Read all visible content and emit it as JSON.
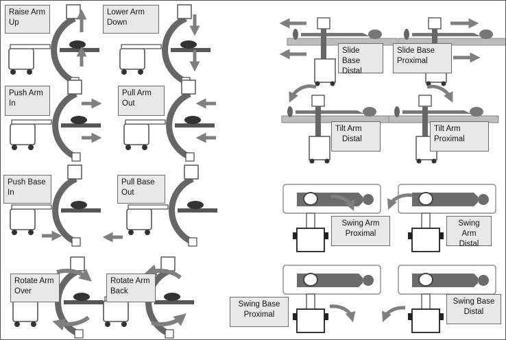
{
  "panels": [
    {
      "id": "raise-arm-up",
      "label": [
        "Raise Arm",
        "Up"
      ]
    },
    {
      "id": "lower-arm-down",
      "label": [
        "Lower Arm",
        "Down"
      ]
    },
    {
      "id": "push-arm-in",
      "label": [
        "Push Arm",
        "In"
      ]
    },
    {
      "id": "pull-arm-out",
      "label": [
        "Pull Arm",
        "Out"
      ]
    },
    {
      "id": "push-base-in",
      "label": [
        "Push Base",
        "In"
      ]
    },
    {
      "id": "pull-base-out",
      "label": [
        "Pull Base",
        "Out"
      ]
    },
    {
      "id": "rotate-arm-over",
      "label": [
        "Rotate Arm",
        "Over"
      ]
    },
    {
      "id": "rotate-arm-back",
      "label": [
        "Rotate Arm",
        "Back"
      ]
    },
    {
      "id": "slide-base-distal",
      "label": [
        "Slide Base",
        "Distal"
      ]
    },
    {
      "id": "slide-base-proximal",
      "label": [
        "Slide Base",
        "Proximal"
      ]
    },
    {
      "id": "tilt-arm-distal",
      "label": [
        "Tilt Arm",
        "Distal"
      ]
    },
    {
      "id": "tilt-arm-proximal",
      "label": [
        "Tilt Arm",
        "Proximal"
      ]
    },
    {
      "id": "swing-arm-proximal",
      "label": [
        "Swing Arm",
        "Proximal"
      ]
    },
    {
      "id": "swing-arm-distal",
      "label": [
        "Swing Arm",
        "Distal"
      ]
    },
    {
      "id": "swing-base-proximal",
      "label": [
        "Swing Base",
        "Proximal"
      ]
    },
    {
      "id": "swing-base-distal",
      "label": [
        "Swing Base",
        "Distal"
      ]
    }
  ],
  "colors": {
    "arrow": "#7f7f7f",
    "device": "#555555",
    "label_bg": "#e8e8e8",
    "patient": "#3a3a3a",
    "table": "#bdbdbd"
  }
}
